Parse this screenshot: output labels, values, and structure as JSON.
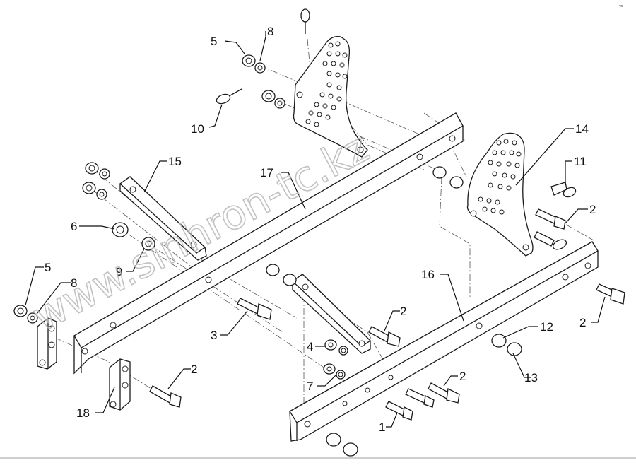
{
  "diagram": {
    "watermark": "www.sinhron-tc.kz",
    "corner_mark": "чн",
    "callouts": [
      {
        "id": "c-5a",
        "label": "5"
      },
      {
        "id": "c-8a",
        "label": "8"
      },
      {
        "id": "c-10",
        "label": "10"
      },
      {
        "id": "c-15",
        "label": "15"
      },
      {
        "id": "c-17",
        "label": "17"
      },
      {
        "id": "c-14",
        "label": "14"
      },
      {
        "id": "c-11",
        "label": "11"
      },
      {
        "id": "c-2a",
        "label": "2"
      },
      {
        "id": "c-6",
        "label": "6"
      },
      {
        "id": "c-9",
        "label": "9"
      },
      {
        "id": "c-5b",
        "label": "5"
      },
      {
        "id": "c-8b",
        "label": "8"
      },
      {
        "id": "c-16",
        "label": "16"
      },
      {
        "id": "c-2b",
        "label": "2"
      },
      {
        "id": "c-3",
        "label": "3"
      },
      {
        "id": "c-2c",
        "label": "2"
      },
      {
        "id": "c-12",
        "label": "12"
      },
      {
        "id": "c-4",
        "label": "4"
      },
      {
        "id": "c-13",
        "label": "13"
      },
      {
        "id": "c-7",
        "label": "7"
      },
      {
        "id": "c-2d",
        "label": "2"
      },
      {
        "id": "c-2e",
        "label": "2"
      },
      {
        "id": "c-18",
        "label": "18"
      },
      {
        "id": "c-1",
        "label": "1"
      }
    ]
  }
}
